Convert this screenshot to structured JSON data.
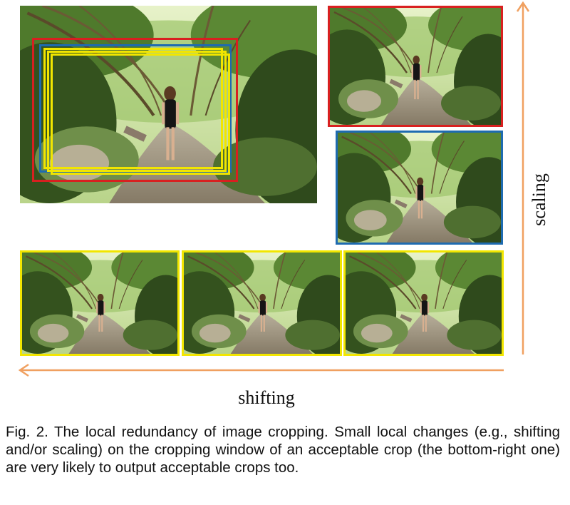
{
  "figure": {
    "axis_labels": {
      "vertical": "scaling",
      "horizontal": "shifting"
    },
    "caption": "Fig. 2. The local redundancy of image cropping. Small local changes (e.g., shifting and/or scaling) on the cropping window of an acceptable crop (the bottom-right one) are very likely to output acceptable crops too.",
    "colors": {
      "red_crop": "#d82020",
      "blue_crop": "#1e6bb0",
      "yellow_crop": "#f2e600",
      "arrow": "#f0a060",
      "foliage_dark": "#2f4a1c",
      "foliage_light": "#8fb85a",
      "path": "#9a8f7e"
    },
    "photos": [
      {
        "name": "original-photo",
        "frame": "none"
      },
      {
        "name": "red-crop-photo",
        "frame": "red"
      },
      {
        "name": "blue-crop-photo",
        "frame": "blue"
      },
      {
        "name": "yellow-crop-photo-1",
        "frame": "yellow"
      },
      {
        "name": "yellow-crop-photo-2",
        "frame": "yellow"
      },
      {
        "name": "yellow-crop-photo-3",
        "frame": "yellow"
      }
    ]
  }
}
